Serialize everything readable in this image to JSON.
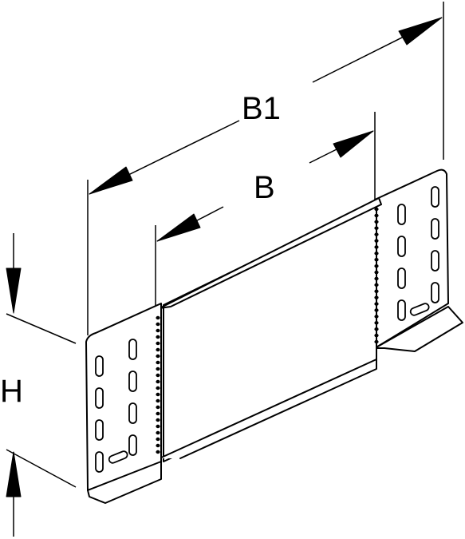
{
  "labels": {
    "b1": "B1",
    "b": "B",
    "h": "H"
  }
}
